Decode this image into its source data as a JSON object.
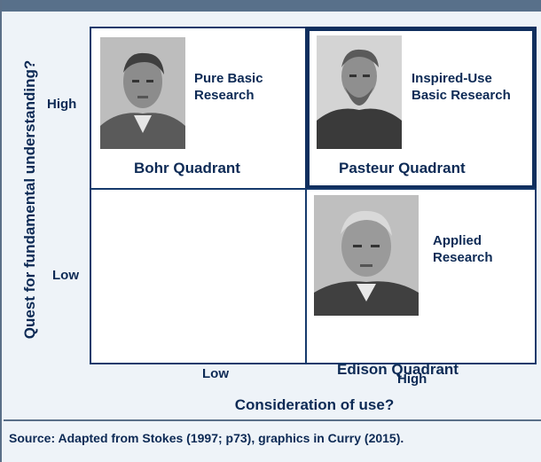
{
  "axes": {
    "y_label": "Quest for fundamental understanding?",
    "x_label": "Consideration of use?",
    "y_ticks": {
      "high": "High",
      "low": "Low"
    },
    "x_ticks": {
      "low": "Low",
      "high": "High"
    }
  },
  "quadrants": {
    "top_left": {
      "title": "Bohr Quadrant",
      "description": "Pure Basic\nResearch",
      "portrait_icon": "bohr-portrait"
    },
    "top_right": {
      "title": "Pasteur Quadrant",
      "description": "Inspired-Use\nBasic Research",
      "portrait_icon": "pasteur-portrait"
    },
    "bottom_left": {
      "title": "",
      "description": ""
    },
    "bottom_right": {
      "title": "Edison Quadrant",
      "description": "Applied\nResearch",
      "portrait_icon": "edison-portrait"
    }
  },
  "source": "Source: Adapted from Stokes (1997; p73), graphics in Curry (2015).",
  "colors": {
    "text": "#0d2a55",
    "border": "#163a6c",
    "background": "#eef3f8",
    "top_bar": "#58708a"
  }
}
